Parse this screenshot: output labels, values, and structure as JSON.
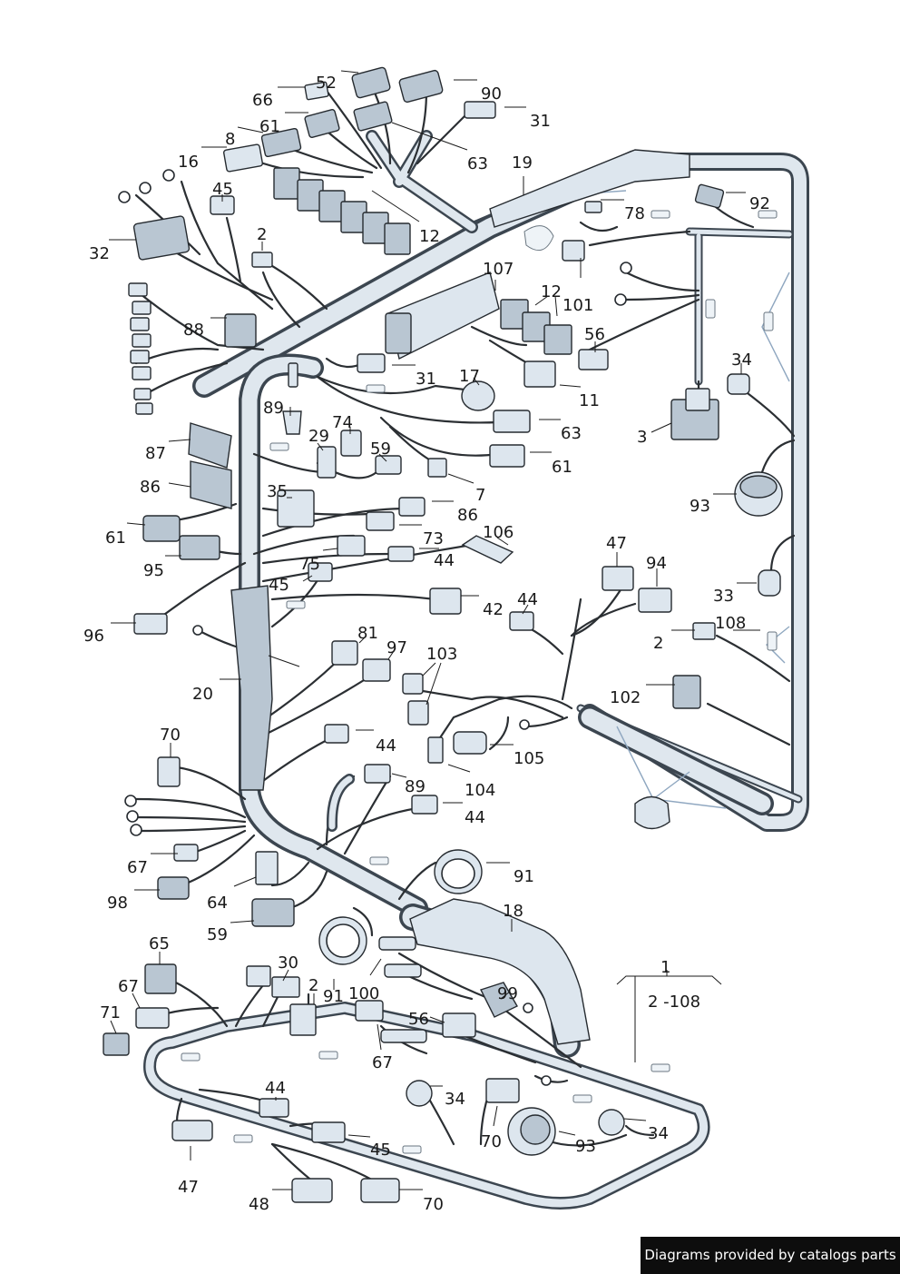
{
  "watermark": "Diagrams provided by catalogs parts",
  "callouts": [
    {
      "id": "c1",
      "text": "52"
    },
    {
      "id": "c2",
      "text": "66"
    },
    {
      "id": "c3",
      "text": "90"
    },
    {
      "id": "c4",
      "text": "31"
    },
    {
      "id": "c5",
      "text": "61"
    },
    {
      "id": "c6",
      "text": "8"
    },
    {
      "id": "c7",
      "text": "63"
    },
    {
      "id": "c8",
      "text": "16"
    },
    {
      "id": "c9",
      "text": "19"
    },
    {
      "id": "c10",
      "text": "45"
    },
    {
      "id": "c11",
      "text": "78"
    },
    {
      "id": "c12",
      "text": "92"
    },
    {
      "id": "c13",
      "text": "2"
    },
    {
      "id": "c14",
      "text": "12"
    },
    {
      "id": "c15",
      "text": "32"
    },
    {
      "id": "c16",
      "text": "107"
    },
    {
      "id": "c17",
      "text": "12"
    },
    {
      "id": "c18",
      "text": "101"
    },
    {
      "id": "c19",
      "text": "88"
    },
    {
      "id": "c20",
      "text": "56"
    },
    {
      "id": "c21",
      "text": "34"
    },
    {
      "id": "c22",
      "text": "31"
    },
    {
      "id": "c23",
      "text": "17"
    },
    {
      "id": "c24",
      "text": "11"
    },
    {
      "id": "c25",
      "text": "89"
    },
    {
      "id": "c26",
      "text": "63"
    },
    {
      "id": "c27",
      "text": "3"
    },
    {
      "id": "c28",
      "text": "74"
    },
    {
      "id": "c29",
      "text": "29"
    },
    {
      "id": "c30",
      "text": "87"
    },
    {
      "id": "c31",
      "text": "59"
    },
    {
      "id": "c32",
      "text": "61"
    },
    {
      "id": "c33",
      "text": "7"
    },
    {
      "id": "c34",
      "text": "86"
    },
    {
      "id": "c35",
      "text": "35"
    },
    {
      "id": "c36",
      "text": "86"
    },
    {
      "id": "c37",
      "text": "93"
    },
    {
      "id": "c38",
      "text": "61"
    },
    {
      "id": "c39",
      "text": "73"
    },
    {
      "id": "c40",
      "text": "106"
    },
    {
      "id": "c41",
      "text": "95"
    },
    {
      "id": "c42",
      "text": "75"
    },
    {
      "id": "c43",
      "text": "44"
    },
    {
      "id": "c44",
      "text": "47"
    },
    {
      "id": "c45",
      "text": "94"
    },
    {
      "id": "c46",
      "text": "45"
    },
    {
      "id": "c47",
      "text": "33"
    },
    {
      "id": "c48",
      "text": "42"
    },
    {
      "id": "c49",
      "text": "44"
    },
    {
      "id": "c50",
      "text": "108"
    },
    {
      "id": "c51",
      "text": "96"
    },
    {
      "id": "c52",
      "text": "81"
    },
    {
      "id": "c53",
      "text": "97"
    },
    {
      "id": "c54",
      "text": "2"
    },
    {
      "id": "c55",
      "text": "103"
    },
    {
      "id": "c56",
      "text": "20"
    },
    {
      "id": "c57",
      "text": "102"
    },
    {
      "id": "c58",
      "text": "70"
    },
    {
      "id": "c59",
      "text": "44"
    },
    {
      "id": "c60",
      "text": "105"
    },
    {
      "id": "c61",
      "text": "104"
    },
    {
      "id": "c62",
      "text": "89"
    },
    {
      "id": "c63",
      "text": "44"
    },
    {
      "id": "c64",
      "text": "67"
    },
    {
      "id": "c65",
      "text": "91"
    },
    {
      "id": "c66",
      "text": "98"
    },
    {
      "id": "c67",
      "text": "64"
    },
    {
      "id": "c68",
      "text": "18"
    },
    {
      "id": "c69",
      "text": "59"
    },
    {
      "id": "c70",
      "text": "65"
    },
    {
      "id": "c71",
      "text": "1"
    },
    {
      "id": "c72",
      "text": "30"
    },
    {
      "id": "c73",
      "text": "2 -108"
    },
    {
      "id": "c74",
      "text": "67"
    },
    {
      "id": "c75",
      "text": "2"
    },
    {
      "id": "c76",
      "text": "91"
    },
    {
      "id": "c77",
      "text": "100"
    },
    {
      "id": "c78",
      "text": "99"
    },
    {
      "id": "c79",
      "text": "71"
    },
    {
      "id": "c80",
      "text": "56"
    },
    {
      "id": "c81",
      "text": "67"
    },
    {
      "id": "c82",
      "text": "44"
    },
    {
      "id": "c83",
      "text": "34"
    },
    {
      "id": "c84",
      "text": "34"
    },
    {
      "id": "c85",
      "text": "70"
    },
    {
      "id": "c86",
      "text": "93"
    },
    {
      "id": "c87",
      "text": "45"
    },
    {
      "id": "c88",
      "text": "47"
    },
    {
      "id": "c89",
      "text": "48"
    },
    {
      "id": "c90",
      "text": "70"
    }
  ]
}
